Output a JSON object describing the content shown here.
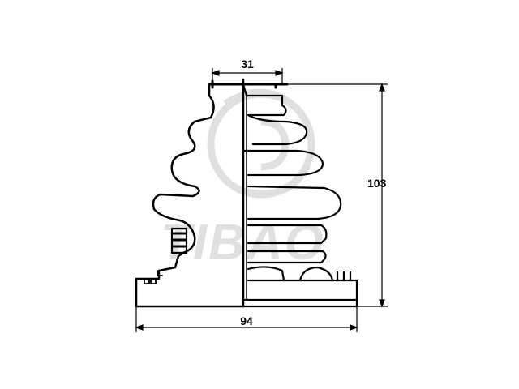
{
  "diagram": {
    "dimensions": {
      "top_width": "31",
      "height": "103",
      "bottom_width": "94"
    },
    "watermark": {
      "text": "TIBAO"
    },
    "colors": {
      "line": "#000000",
      "watermark": "#c8c8c8"
    }
  }
}
